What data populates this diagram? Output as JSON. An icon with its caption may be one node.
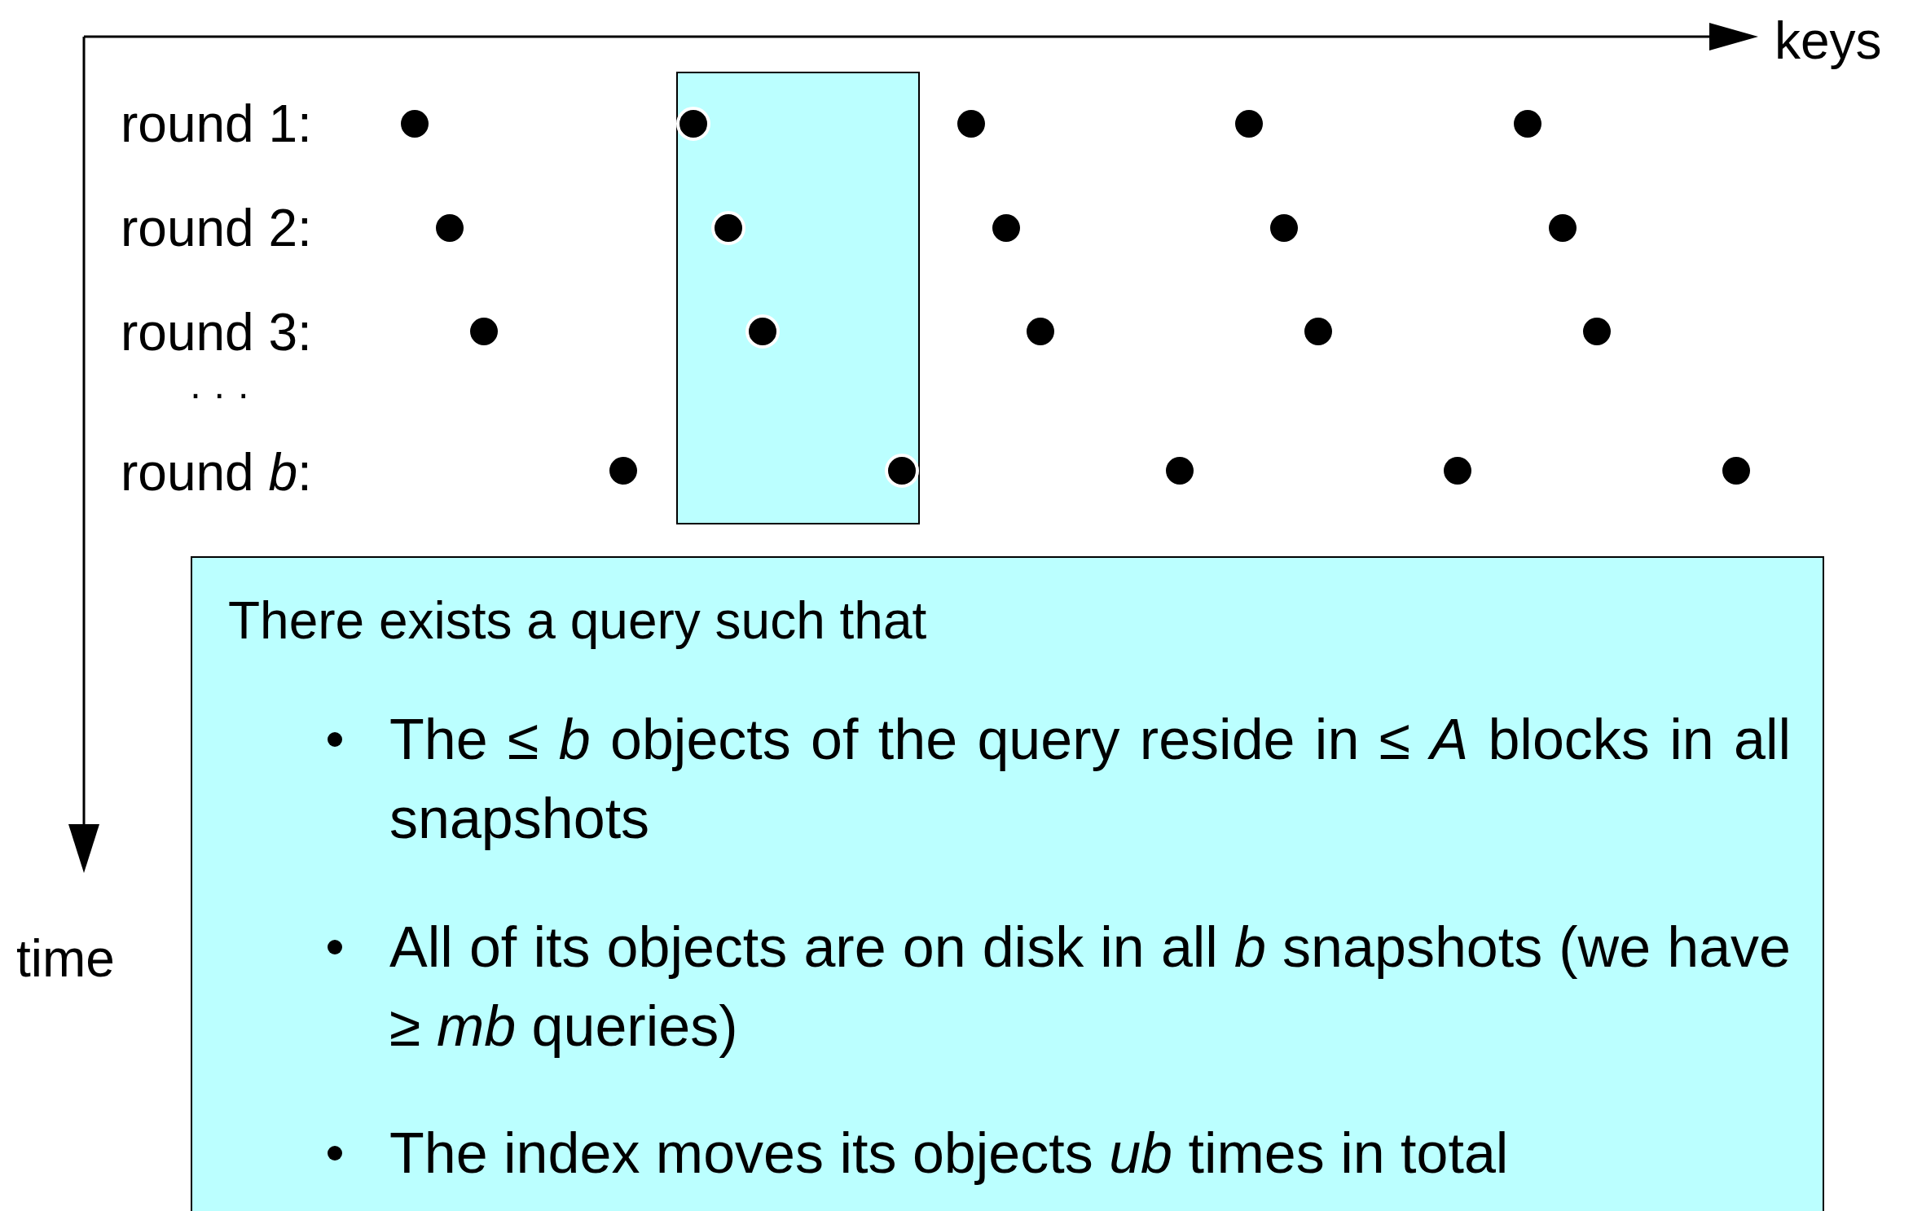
{
  "diagram": {
    "nodes": [
      {
        "text": [
          "There exists a query such that",
          "The ≤ *b* objects of the query reside in ≤ *A* blocks in all snapshots",
          "All of its objects are on disk in all *b* snapshots (we have ≥ *mb* queries)",
          "The index moves its objects *ub* times in total"
        ]
      },
      {
        "text": [],
        "shape": "box"
      }
    ],
    "edges": [],
    "labels": [
      "keys",
      "round 1:",
      "round 2:",
      "round 3:",
      "· · ·",
      "round *b*:",
      "time"
    ]
  }
}
